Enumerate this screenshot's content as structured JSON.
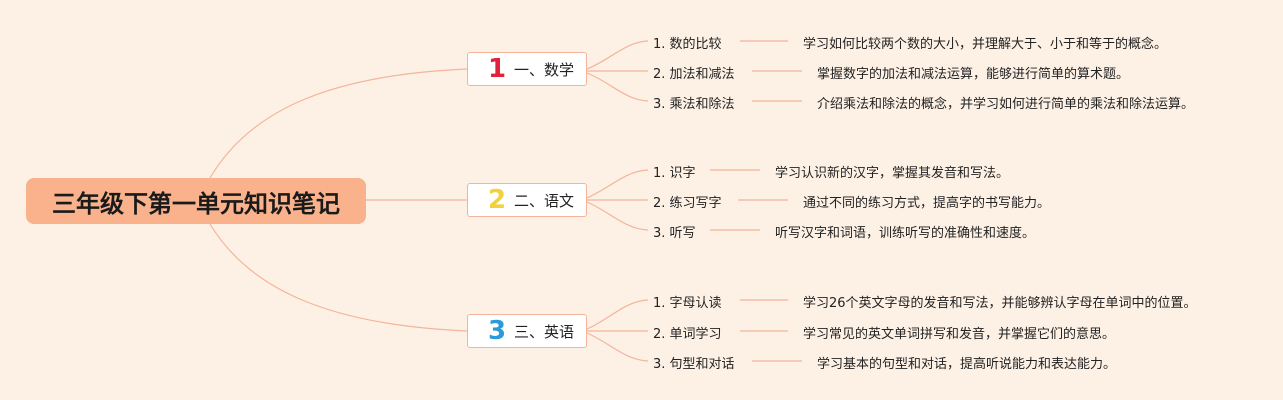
{
  "root": {
    "title": "三年级下第一单元知识笔记"
  },
  "branches": [
    {
      "num": "1",
      "num_color": "#e0223a",
      "label": "一、数学",
      "items": [
        {
          "label": "1. 数的比较",
          "desc": "学习如何比较两个数的大小，并理解大于、小于和等于的概念。"
        },
        {
          "label": "2. 加法和减法",
          "desc": "掌握数字的加法和减法运算，能够进行简单的算术题。"
        },
        {
          "label": "3. 乘法和除法",
          "desc": "介绍乘法和除法的概念，并学习如何进行简单的乘法和除法运算。"
        }
      ]
    },
    {
      "num": "2",
      "num_color": "#f2d13a",
      "label": "二、语文",
      "items": [
        {
          "label": "1. 识字",
          "desc": "学习认识新的汉字，掌握其发音和写法。"
        },
        {
          "label": "2. 练习写字",
          "desc": "通过不同的练习方式，提高字的书写能力。"
        },
        {
          "label": "3. 听写",
          "desc": "听写汉字和词语，训练听写的准确性和速度。"
        }
      ]
    },
    {
      "num": "3",
      "num_color": "#2b9ad8",
      "label": "三、英语",
      "items": [
        {
          "label": "1. 字母认读",
          "desc": "学习26个英文字母的发音和写法，并能够辨认字母在单词中的位置。"
        },
        {
          "label": "2. 单词学习",
          "desc": "学习常见的英文单词拼写和发音，并掌握它们的意思。"
        },
        {
          "label": "3. 句型和对话",
          "desc": "学习基本的句型和对话，提高听说能力和表达能力。"
        }
      ]
    }
  ],
  "colors": {
    "background": "#fdf1e6",
    "root_fill": "#f9b28b",
    "connector": "#f4b49a"
  }
}
